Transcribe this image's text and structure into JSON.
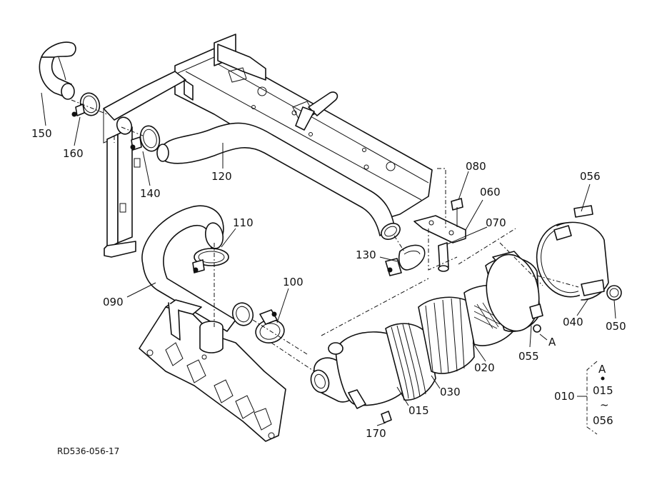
{
  "drawing_code": "RD536-056-17",
  "labels": {
    "p150": "150",
    "p160": "160",
    "p140": "140",
    "p120": "120",
    "p110": "110",
    "p090": "090",
    "p100": "100",
    "p130": "130",
    "p080": "080",
    "p060": "060",
    "p070": "070",
    "p056": "056",
    "p040": "040",
    "p050": "050",
    "p055": "055",
    "p020": "020",
    "p030": "030",
    "p015": "015",
    "p170": "170",
    "ref_a": "A"
  },
  "kit": {
    "number": "010",
    "ref": "A",
    "from": "015",
    "tilde": "~",
    "to": "056"
  }
}
